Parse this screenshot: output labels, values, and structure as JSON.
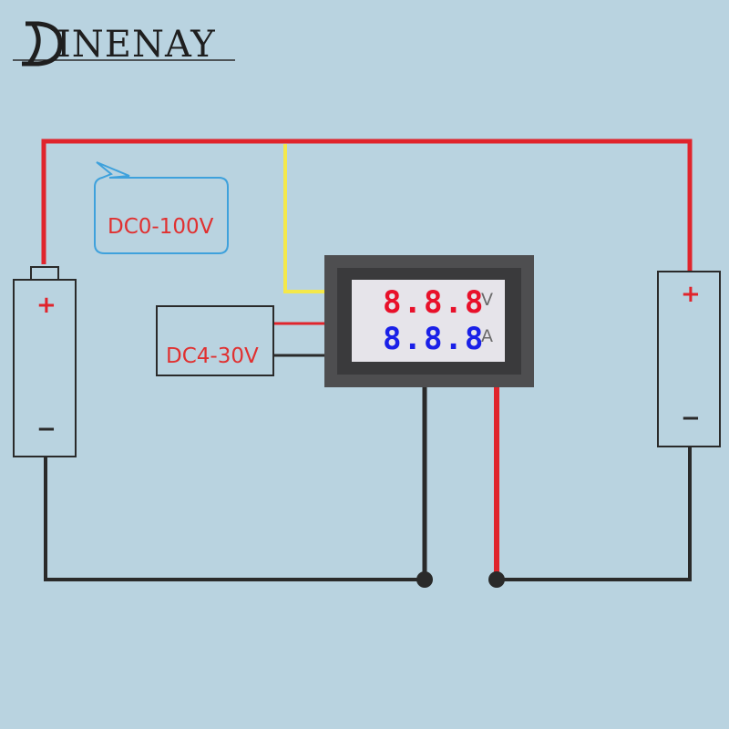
{
  "brand": {
    "name": "INENAY"
  },
  "bubble": {
    "label": "DC0-100V"
  },
  "power_supply": {
    "label": "DC4-30V"
  },
  "meter": {
    "voltage_reading": "8.8.8",
    "voltage_unit": "V",
    "current_reading": "8.8.8",
    "current_unit": "A"
  },
  "battery_left": {
    "plus": "+",
    "minus": "−"
  },
  "battery_right": {
    "plus": "+",
    "minus": "−"
  },
  "colors": {
    "background": "#b9d3e0",
    "red_wire": "#e0242c",
    "black_wire": "#2a2a2a",
    "yellow_wire": "#f4e84a",
    "bubble_outline": "#3ea1dc",
    "voltage_digits": "#e8102a",
    "current_digits": "#1a20e8"
  }
}
